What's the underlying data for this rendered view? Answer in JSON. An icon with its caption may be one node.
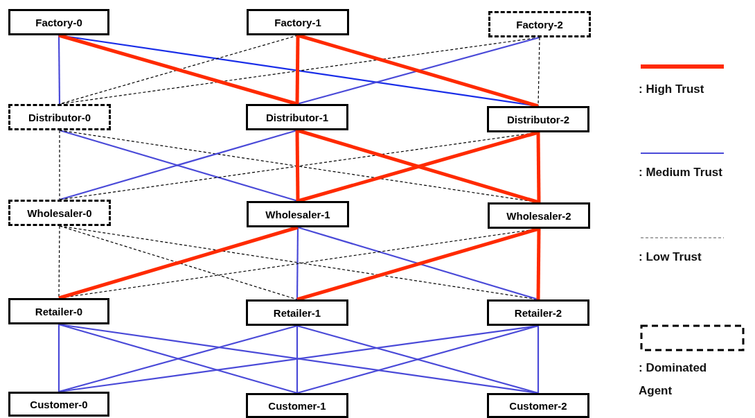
{
  "diagram": {
    "nodes": [
      {
        "text": [
          "Factory-0"
        ]
      },
      {
        "text": [
          "Factory-1"
        ]
      },
      {
        "text": [
          "Factory-2"
        ]
      },
      {
        "text": [
          "Distributor-0"
        ]
      },
      {
        "text": [
          "Distributor-1"
        ]
      },
      {
        "text": [
          "Distributor-2"
        ]
      },
      {
        "text": [
          "Wholesaler-0"
        ]
      },
      {
        "text": [
          "Wholesaler-1"
        ]
      },
      {
        "text": [
          "Wholesaler-2"
        ]
      },
      {
        "text": [
          "Retailer-0"
        ]
      },
      {
        "text": [
          "Retailer-1"
        ]
      },
      {
        "text": [
          "Retailer-2"
        ]
      },
      {
        "text": [
          "Customer-0"
        ]
      },
      {
        "text": [
          "Customer-1"
        ]
      },
      {
        "text": [
          "Customer-2"
        ]
      }
    ],
    "edges": [
      {
        "from": 0,
        "to": 3,
        "arrow": "none"
      },
      {
        "from": 0,
        "to": 4,
        "arrow": "none",
        "style": "thick",
        "color": "#ff2a00"
      },
      {
        "from": 0,
        "to": 5,
        "arrow": "none",
        "color": "#1a2ee8"
      },
      {
        "from": 1,
        "to": 3,
        "arrow": "none",
        "style": "dashed",
        "color": "#000000"
      },
      {
        "from": 1,
        "to": 4,
        "arrow": "none",
        "style": "thick",
        "color": "#ff2a00"
      },
      {
        "from": 1,
        "to": 5,
        "arrow": "none",
        "style": "thick",
        "color": "#ff2a00"
      },
      {
        "from": 2,
        "to": 3,
        "arrow": "none",
        "style": "dashed",
        "color": "#000000"
      },
      {
        "from": 2,
        "to": 4,
        "arrow": "none"
      },
      {
        "from": 2,
        "to": 5,
        "arrow": "none",
        "style": "dashed",
        "color": "#000000"
      },
      {
        "from": 3,
        "to": 6,
        "arrow": "none",
        "style": "dashed",
        "color": "#000000"
      },
      {
        "from": 3,
        "to": 7,
        "arrow": "none"
      },
      {
        "from": 3,
        "to": 8,
        "arrow": "none",
        "style": "dashed",
        "color": "#000000"
      },
      {
        "from": 4,
        "to": 6,
        "arrow": "none"
      },
      {
        "from": 4,
        "to": 7,
        "arrow": "none",
        "style": "thick",
        "color": "#ff2a00"
      },
      {
        "from": 4,
        "to": 8,
        "arrow": "none",
        "style": "thick",
        "color": "#ff2a00"
      },
      {
        "from": 5,
        "to": 6,
        "arrow": "none",
        "style": "dashed",
        "color": "#000000"
      },
      {
        "from": 5,
        "to": 7,
        "arrow": "none",
        "style": "thick",
        "color": "#ff2a00"
      },
      {
        "from": 5,
        "to": 8,
        "arrow": "none",
        "style": "thick",
        "color": "#ff2a00"
      },
      {
        "from": 6,
        "to": 9,
        "arrow": "none",
        "style": "dashed",
        "color": "#000000"
      },
      {
        "from": 6,
        "to": 10,
        "arrow": "none",
        "style": "dashed",
        "color": "#000000"
      },
      {
        "from": 6,
        "to": 11,
        "arrow": "none",
        "style": "dashed",
        "color": "#000000"
      },
      {
        "from": 7,
        "to": 9,
        "arrow": "none",
        "style": "thick",
        "color": "#ff2a00"
      },
      {
        "from": 7,
        "to": 10,
        "arrow": "none"
      },
      {
        "from": 7,
        "to": 11,
        "arrow": "none"
      },
      {
        "from": 8,
        "to": 9,
        "arrow": "none",
        "style": "dashed",
        "color": "#000000"
      },
      {
        "from": 8,
        "to": 10,
        "arrow": "none",
        "style": "thick",
        "color": "#ff2a00"
      },
      {
        "from": 8,
        "to": 11,
        "arrow": "none",
        "style": "thick",
        "color": "#ff2a00"
      },
      {
        "from": 9,
        "to": 12,
        "arrow": "none"
      },
      {
        "from": 9,
        "to": 13,
        "arrow": "none"
      },
      {
        "from": 9,
        "to": 14,
        "arrow": "none"
      },
      {
        "from": 10,
        "to": 12,
        "arrow": "none"
      },
      {
        "from": 10,
        "to": 13,
        "arrow": "none"
      },
      {
        "from": 10,
        "to": 14,
        "arrow": "none"
      },
      {
        "from": 11,
        "to": 12,
        "arrow": "none"
      },
      {
        "from": 11,
        "to": 13,
        "arrow": "none"
      },
      {
        "from": 11,
        "to": 14,
        "arrow": "none"
      }
    ],
    "legend": [
      {
        "text": ": High Trust"
      },
      {
        "text": ": Medium Trust"
      },
      {
        "text": ": Low Trust"
      },
      {
        "text": ": Dominated Agent"
      }
    ]
  }
}
